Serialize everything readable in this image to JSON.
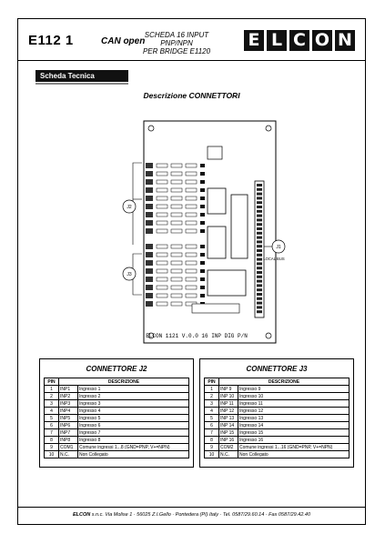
{
  "header": {
    "code": "E112 1",
    "subtitle": "CAN open",
    "title_line1": "SCHEDA 16 INPUT PNP/NPN",
    "title_line2": "PER BRIDGE E1120",
    "logo_letters": [
      "E",
      "L",
      "C",
      "O",
      "N"
    ]
  },
  "tab": {
    "label": "Scheda Tecnica"
  },
  "section": {
    "title": "Descrizione CONNETTORI"
  },
  "board": {
    "label_j2": "J2",
    "label_j3": "J3",
    "label_j1": "J1",
    "local_bus": "LOCAL BUS",
    "silkscreen": "ELCON  1121  V.0.0  16  INP  DIG  P/N"
  },
  "connector_j2": {
    "title": "CONNETTORE J2",
    "headers": [
      "PIN",
      "DESCRIZIONE"
    ],
    "rows": [
      {
        "pin": "1",
        "sig": "INP1",
        "desc": "Ingresso 1"
      },
      {
        "pin": "2",
        "sig": "INP2",
        "desc": "Ingresso 2"
      },
      {
        "pin": "3",
        "sig": "INP3",
        "desc": "Ingresso 3"
      },
      {
        "pin": "4",
        "sig": "INP4",
        "desc": "Ingresso 4"
      },
      {
        "pin": "5",
        "sig": "INP5",
        "desc": "Ingresso 5"
      },
      {
        "pin": "6",
        "sig": "INP6",
        "desc": "Ingresso 6"
      },
      {
        "pin": "7",
        "sig": "INP7",
        "desc": "Ingresso 7"
      },
      {
        "pin": "8",
        "sig": "INP8",
        "desc": "Ingresso 8"
      },
      {
        "pin": "9",
        "sig": "COM1",
        "desc": "Comune ingressi 1...8 (GND=PNP, V+=NPN)"
      },
      {
        "pin": "10",
        "sig": "N.C.",
        "desc": "Non Collegato"
      }
    ]
  },
  "connector_j3": {
    "title": "CONNETTORE J3",
    "headers": [
      "PIN",
      "DESCRIZIONE"
    ],
    "rows": [
      {
        "pin": "1",
        "sig": "INP 9",
        "desc": "Ingresso 9"
      },
      {
        "pin": "2",
        "sig": "INP 10",
        "desc": "Ingresso 10"
      },
      {
        "pin": "3",
        "sig": "INP 11",
        "desc": "Ingresso 11"
      },
      {
        "pin": "4",
        "sig": "INP 12",
        "desc": "Ingresso 12"
      },
      {
        "pin": "5",
        "sig": "INP 13",
        "desc": "Ingresso 13"
      },
      {
        "pin": "6",
        "sig": "INP 14",
        "desc": "Ingresso 14"
      },
      {
        "pin": "7",
        "sig": "INP 15",
        "desc": "Ingresso 15"
      },
      {
        "pin": "8",
        "sig": "INP 16",
        "desc": "Ingresso 16"
      },
      {
        "pin": "9",
        "sig": "COM2",
        "desc": "Comune ingressi 1...16 (GND=PNP, V+=NPN)"
      },
      {
        "pin": "10",
        "sig": "N.C.",
        "desc": "Non Collegato"
      }
    ]
  },
  "footer": {
    "company": "ELCON",
    "text": "s.n.c. Via Molise 1 · 56025 Z.I.Gello · Pontedera (PI) Italy · Tel. 0587/29.60.14 · Fax 0587/29.42.40"
  }
}
